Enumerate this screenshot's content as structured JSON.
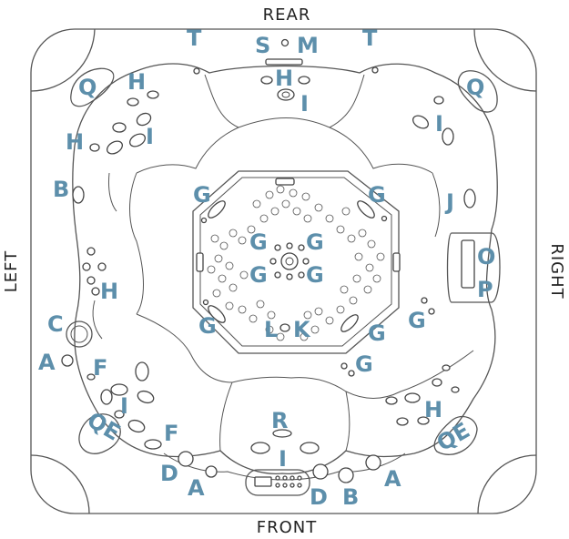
{
  "sides": {
    "rear": "REAR",
    "front": "FRONT",
    "left": "LEFT",
    "right": "RIGHT"
  },
  "labels": [
    "T",
    "S",
    "M",
    "T",
    "H",
    "I",
    "Q",
    "H",
    "Q",
    "H",
    "I",
    "I",
    "B",
    "G",
    "G",
    "J",
    "G",
    "G",
    "G",
    "G",
    "O",
    "P",
    "H",
    "C",
    "A",
    "G",
    "L",
    "K",
    "G",
    "G",
    "G",
    "F",
    "I",
    "H",
    "R",
    "QE",
    "F",
    "QE",
    "D",
    "I",
    "A",
    "D",
    "B",
    "A"
  ],
  "colors": {
    "label": "#5d8fab",
    "line": "#555555"
  }
}
